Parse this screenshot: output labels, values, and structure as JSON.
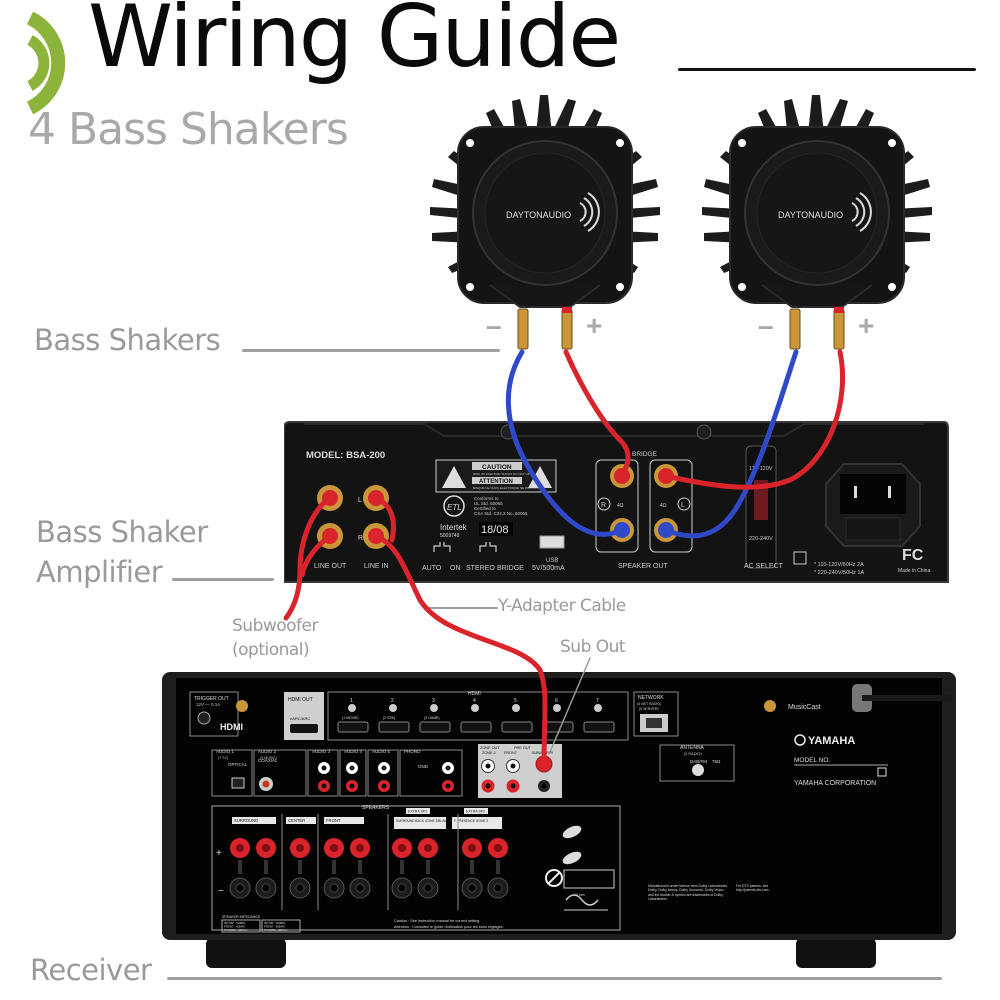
{
  "header": {
    "title": "Wiring Guide",
    "subtitle": "4 Bass Shakers",
    "logo_icon": "sound-waves-icon",
    "brand_color": "#8cb33a"
  },
  "labels": {
    "bass_shakers": "Bass Shakers",
    "amplifier_line1": "Bass Shaker",
    "amplifier_line2": "Amplifier",
    "subwoofer_line1": "Subwoofer",
    "subwoofer_line2": "(optional)",
    "y_adapter": "Y-Adapter Cable",
    "sub_out": "Sub Out",
    "receiver": "Receiver"
  },
  "shakers": [
    {
      "brand": "DAYTONAUDIO",
      "minus": "–",
      "plus": "+"
    },
    {
      "brand": "DAYTONAUDIO",
      "minus": "–",
      "plus": "+"
    }
  ],
  "amplifier": {
    "model": "MODEL: BSA-200",
    "channel_l": "L",
    "channel_r": "R",
    "line_out": "LINE OUT",
    "line_in": "LINE IN",
    "caution": "CAUTION",
    "caution_sub": "RISK OF ELECTRIC SHOCK DO NOT OPEN",
    "attention": "ATTENTION",
    "attention_sub": "RISQUE DE CHOC ELECTRIQUE NE PAS OUVRIR",
    "conforms": [
      "Conforms to",
      "UL Std. 60065",
      "Certified to",
      "CSA Std. C22.2 No. 60065"
    ],
    "etl": "ETL",
    "intertek": "Intertek",
    "intertek_no": "5009749",
    "date_code": "18/08",
    "switch1": [
      "AUTO",
      "ON"
    ],
    "switch2": [
      "STEREO",
      "BRIDGE"
    ],
    "usb": "USB",
    "usb_rating": "5V/500mA",
    "bridge": "BRIDGE",
    "ohm": "4Ω",
    "speaker_out": "SPEAKER OUT",
    "voltage_hi": "110-120V",
    "voltage_lo": "220-240V",
    "ac_select": "AC SELECT",
    "rating1": "* 110-120V/60Hz 2A",
    "rating2": "* 220-240V/50Hz 1A",
    "fcc": "FC",
    "made_in": "Made in China"
  },
  "receiver": {
    "trigger_out": "TRIGGER OUT",
    "trigger_rating": "12V — 0.1A",
    "hdmi_logo": "HDMI",
    "hdmi_out": "HDMI OUT",
    "hdmi_out_sub": "eARC/ARC",
    "hdmi_group": "HDMI",
    "hdmi_inputs": [
      {
        "num": "1",
        "sub": "(1 MOVIE)"
      },
      {
        "num": "2",
        "sub": "(2 STB)"
      },
      {
        "num": "3",
        "sub": "(3 GAME)"
      },
      {
        "num": "4",
        "sub": ""
      },
      {
        "num": "5",
        "sub": ""
      },
      {
        "num": "6",
        "sub": ""
      },
      {
        "num": "7",
        "sub": ""
      }
    ],
    "network": "NETWORK",
    "network_sub1": "(4 NET RADIO)",
    "network_sub2": "(5 SERVER)",
    "musiccast": "MusicCast",
    "brand": "YAMAHA",
    "model_no": "MODEL NO.",
    "corporation": "YAMAHA CORPORATION",
    "antenna": "ANTENNA",
    "antenna_sub": "(2 RADIO)",
    "dab_fm": "DAB/FM",
    "ohm75": "75Ω",
    "audio_groups": [
      {
        "label": "AUDIO 1",
        "sub": "(7 TV)"
      },
      {
        "label": "AUDIO 2",
        "sub": "(3 MUSIC)"
      },
      {
        "label": "AUDIO 3",
        "sub": ""
      },
      {
        "label": "AUDIO 4",
        "sub": ""
      },
      {
        "label": "AUDIO 5",
        "sub": ""
      },
      {
        "label": "PHONO",
        "sub": ""
      }
    ],
    "optical": "OPTICAL",
    "coaxial": "COAXIAL",
    "gnd": "GND",
    "zone_out": "ZONE OUT",
    "zone2": "ZONE 2",
    "pre_out": "PRE OUT",
    "front": "FRONT",
    "subwoofer": "SUBWOOFER",
    "speakers": "SPEAKERS",
    "speaker_groups": [
      "SURROUND",
      "CENTER",
      "FRONT",
      "SURROUND BACK /ZONE 2/BI-AMP",
      "F. PRESENCE /ZONE 2"
    ],
    "extra_sp": "EXTRA SP2",
    "impedance_title": "SPEAKER IMPEDANCE",
    "impedance_1": [
      "SP IMP. : 6ΩMIN.",
      "FRONT : 4ΩMIN.",
      "OTHERS : 6ΩMIN."
    ],
    "impedance_2": [
      "SP IMP. : 8ΩMIN.",
      "FRONT : 8ΩMIN.",
      "OTHERS : 8ΩMIN."
    ],
    "caution": "Caution : See instruction manual for correct setting.",
    "attention": "Attention : Consultez le guide d'utilisation pour les bons réglages.",
    "dolby": "Manufactured under license from Dolby Laboratories. Dolby, Dolby Atmos, Dolby Surround, Dolby Vision, and the double-D symbol are trademarks of Dolby Laboratories.",
    "dts": "For DTS patents, see http://patents.dts.com.",
    "strip_len": "10 mm"
  },
  "colors": {
    "wire_red": "#d9242b",
    "wire_blue": "#2f49c9",
    "label_gray": "#9a9a9a",
    "panel": "#111111",
    "gold": "#c9963a"
  }
}
